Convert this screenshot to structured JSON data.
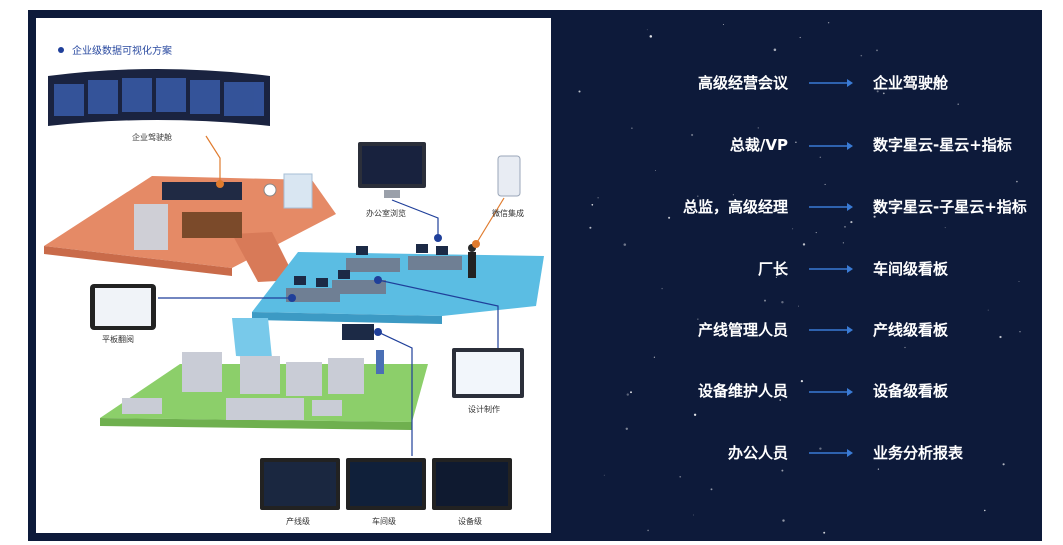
{
  "panel": {
    "title": "企业级数据可视化方案",
    "labels": {
      "cockpit": "企业驾驶舱",
      "office": "办公室浏览",
      "wechat": "微信集成",
      "tablet": "平板翻阅",
      "design": "设计制作",
      "line": "产线级",
      "workshop": "车间级",
      "equipment": "设备级"
    }
  },
  "mapping": [
    {
      "role": "高级经营会议",
      "target": "企业驾驶舱"
    },
    {
      "role": "总裁/VP",
      "target": "数字星云-星云+指标"
    },
    {
      "role": "总监，高级经理",
      "target": "数字星云-子星云+指标"
    },
    {
      "role": "厂长",
      "target": "车间级看板"
    },
    {
      "role": "产线管理人员",
      "target": "产线级看板"
    },
    {
      "role": "设备维护人员",
      "target": "设备级看板"
    },
    {
      "role": "办公人员",
      "target": "业务分析报表"
    }
  ],
  "colors": {
    "background": "#0d1a3a",
    "arrow": "#3a7bd5",
    "text": "#ffffff",
    "floor_top": "#e58a66",
    "floor_middle": "#5bbde3",
    "floor_bottom": "#8ccf6a",
    "connector_orange": "#e07b2e",
    "connector_blue": "#1f3f9a"
  },
  "icons": [
    "arrow-right-icon",
    "star-icon",
    "monitor-icon",
    "phone-icon",
    "tablet-icon",
    "person-icon",
    "machine-icon"
  ]
}
